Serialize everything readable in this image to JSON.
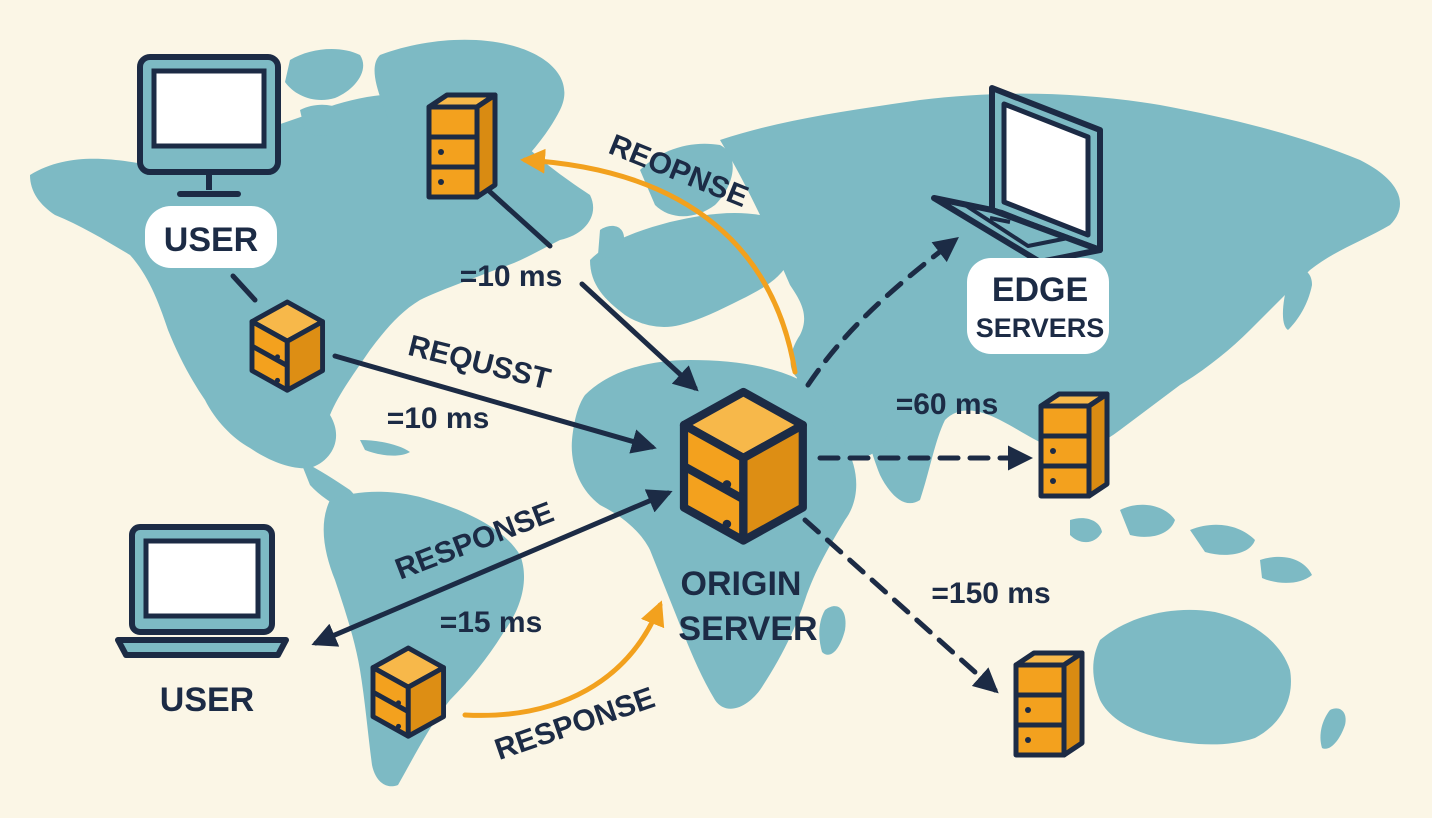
{
  "colors": {
    "background": "#fbf6e6",
    "land": "#7dbac4",
    "outline": "#1c2b45",
    "server_orange": "#f3a11e",
    "response_arrow": "#f2a11e",
    "label_bg": "#ffffff"
  },
  "labels": {
    "user_top": "USER",
    "user_bottom": "USER",
    "edge_servers_line1": "EDGE",
    "edge_servers_line2": "SERVERS",
    "origin_line1": "ORIGIN",
    "origin_line2": "SERVER"
  },
  "arrows": {
    "top_response": "REOPNSE",
    "request": "REQUSST",
    "left_response": "RESPONSE",
    "bottom_response": "RESPONSE"
  },
  "latencies": {
    "north_edge": "=10 ms",
    "request": "=10 ms",
    "south_user": "=15 ms",
    "asia_edge": "=60 ms",
    "oceania_edge": "=150 ms"
  },
  "icons": {
    "desktop": "desktop-monitor-icon",
    "laptop": "laptop-icon",
    "server_tower": "server-tower-icon",
    "server_cube": "server-cube-icon"
  }
}
